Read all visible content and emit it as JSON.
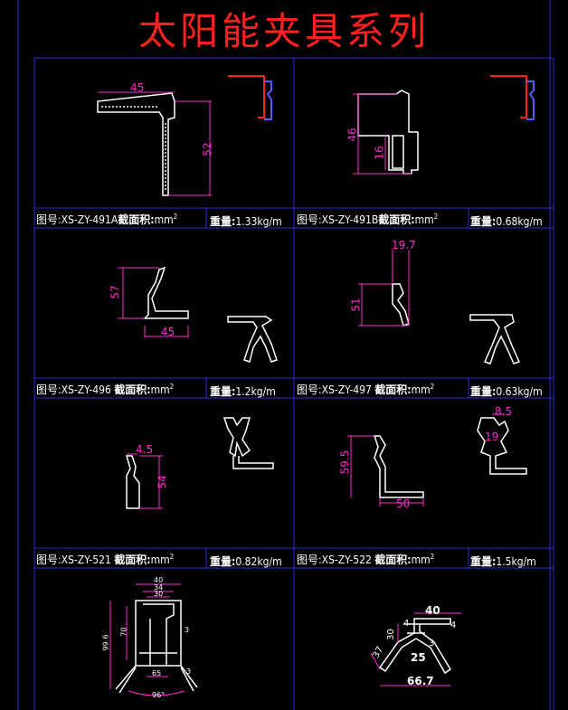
{
  "title": "太阳能夹具系列",
  "colors": {
    "title": "#ff2020",
    "frame": "#2b2bd6",
    "profile": "#ffffff",
    "dimension": "#ff2bd0",
    "accent": "#ff2020",
    "label": "#ffffff"
  },
  "area_label": "截面积:",
  "area_unit": "mm",
  "area_sup": "2",
  "weight_label": "重量:",
  "panels": [
    {
      "code": "图号:XS-ZY-491A",
      "weight": "1.33kg/m",
      "dims": [
        "45",
        "52"
      ]
    },
    {
      "code": "图号:XS-ZY-491B",
      "weight": "0.68kg/m",
      "dims": [
        "46",
        "16"
      ]
    },
    {
      "code": "图号:XS-ZY-496",
      "weight": "1.2kg/m",
      "dims": [
        "57",
        "45"
      ]
    },
    {
      "code": "图号:XS-ZY-497",
      "weight": "0.63kg/m",
      "dims": [
        "19.7",
        "51"
      ]
    },
    {
      "code": "图号:XS-ZY-521",
      "weight": "0.82kg/m",
      "dims": [
        "4.5",
        "54"
      ]
    },
    {
      "code": "图号:XS-ZY-522",
      "weight": "1.5kg/m",
      "dims": [
        "8.5",
        "19",
        "59.5",
        "50"
      ]
    }
  ],
  "bottom_left_dims": [
    "40",
    "34",
    "30",
    "70",
    "99.6",
    "3",
    "65",
    "3",
    "96°"
  ],
  "bottom_right_dims": [
    "40",
    "4",
    "30",
    "4",
    "3",
    "25",
    "37",
    "66.7"
  ]
}
